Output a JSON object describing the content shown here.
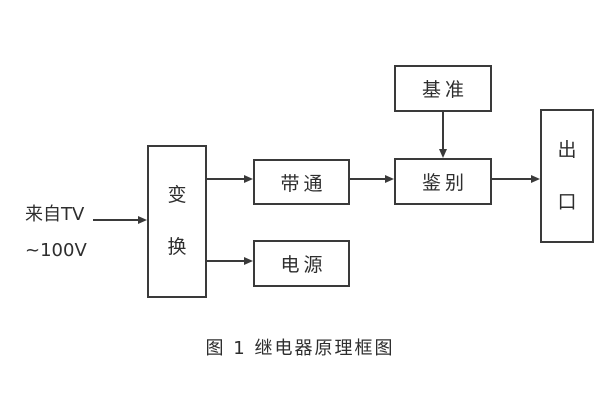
{
  "diagram": {
    "caption": "图 1 继电器原理框图",
    "input_label": {
      "line1": "来自TV",
      "line2": "~100V"
    },
    "blocks": {
      "transform": {
        "label": "变换",
        "chars": [
          "变",
          "换"
        ]
      },
      "bandpass": {
        "label": "带通"
      },
      "power": {
        "label": "电源"
      },
      "reference": {
        "label": "基准"
      },
      "discriminator": {
        "label": "鉴别"
      },
      "outlet": {
        "label": "出口",
        "chars": [
          "出",
          "口"
        ]
      }
    },
    "colors": {
      "line": "#3a3a3a",
      "background": "#ffffff"
    }
  }
}
